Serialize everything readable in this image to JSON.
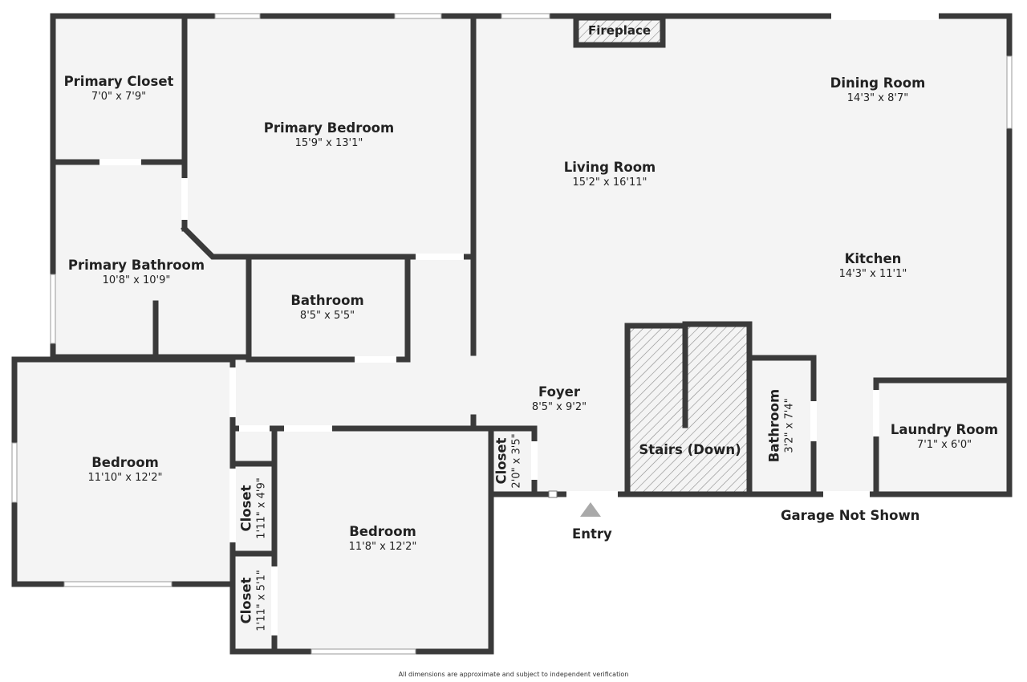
{
  "rooms": {
    "primary_closet": {
      "name": "Primary Closet",
      "dims": "7'0\" x 7'9\""
    },
    "primary_bedroom": {
      "name": "Primary Bedroom",
      "dims": "15'9\" x 13'1\""
    },
    "living_room": {
      "name": "Living Room",
      "dims": "15'2\" x 16'11\""
    },
    "dining_room": {
      "name": "Dining Room",
      "dims": "14'3\" x 8'7\""
    },
    "kitchen": {
      "name": "Kitchen",
      "dims": "14'3\" x 11'1\""
    },
    "primary_bathroom": {
      "name": "Primary Bathroom",
      "dims": "10'8\" x 10'9\""
    },
    "bathroom_mid": {
      "name": "Bathroom",
      "dims": "8'5\" x 5'5\""
    },
    "foyer": {
      "name": "Foyer",
      "dims": "8'5\" x 9'2\""
    },
    "bedroom_left": {
      "name": "Bedroom",
      "dims": "11'10\" x 12'2\""
    },
    "bedroom_right": {
      "name": "Bedroom",
      "dims": "11'8\" x 12'2\""
    },
    "closet_a": {
      "name": "Closet",
      "dims": "1'11\" x 4'9\""
    },
    "closet_b": {
      "name": "Closet",
      "dims": "1'11\" x 5'1\""
    },
    "closet_c": {
      "name": "Closet",
      "dims": "2'0\" x 3'5\""
    },
    "stairs": {
      "name": "Stairs (Down)",
      "dims": ""
    },
    "bathroom_small": {
      "name": "Bathroom",
      "dims": "3'2\" x 7'4\""
    },
    "laundry_room": {
      "name": "Laundry Room",
      "dims": "7'1\" x 6'0\""
    }
  },
  "fireplace_label": "Fireplace",
  "entry_label": "Entry",
  "garage_label": "Garage Not Shown",
  "disclaimer": "All dimensions are approximate and subject to independent verification",
  "colors": {
    "wall": "#3a3a3a",
    "floor": "#f4f4f4",
    "window": "#ffffff",
    "hatch": "#8a8a8a"
  }
}
